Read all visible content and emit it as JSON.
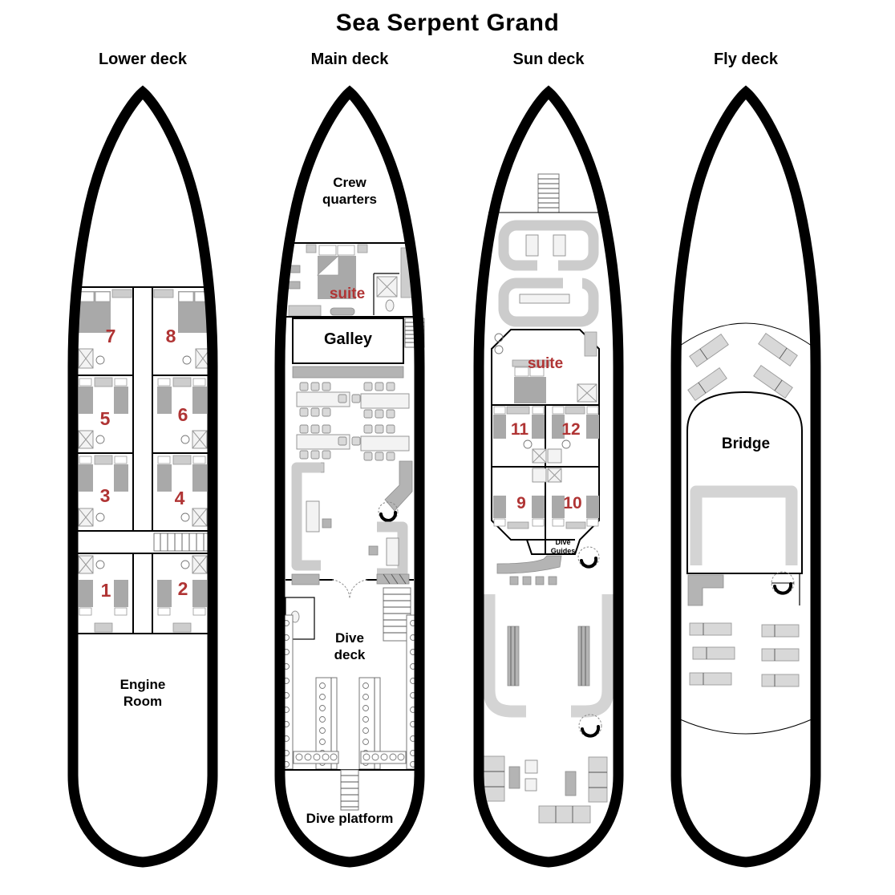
{
  "title": "Sea Serpent Grand",
  "colors": {
    "accent_red": "#b03434",
    "hull": "#000000",
    "furniture_gray": "#cccccc"
  },
  "decks": {
    "lower": {
      "label": "Lower deck",
      "cabins": [
        "7",
        "8",
        "5",
        "6",
        "3",
        "4",
        "1",
        "2"
      ],
      "engine_room": "Engine Room"
    },
    "main": {
      "label": "Main deck",
      "crew_quarters": "Crew quarters",
      "suite": "suite",
      "galley": "Galley",
      "dive_deck": "Dive deck",
      "dive_platform": "Dive platform"
    },
    "sun": {
      "label": "Sun deck",
      "suite": "suite",
      "cabins": [
        "11",
        "12",
        "9",
        "10"
      ],
      "dive_guides": "Dive Guides"
    },
    "fly": {
      "label": "Fly deck",
      "bridge": "Bridge"
    }
  }
}
